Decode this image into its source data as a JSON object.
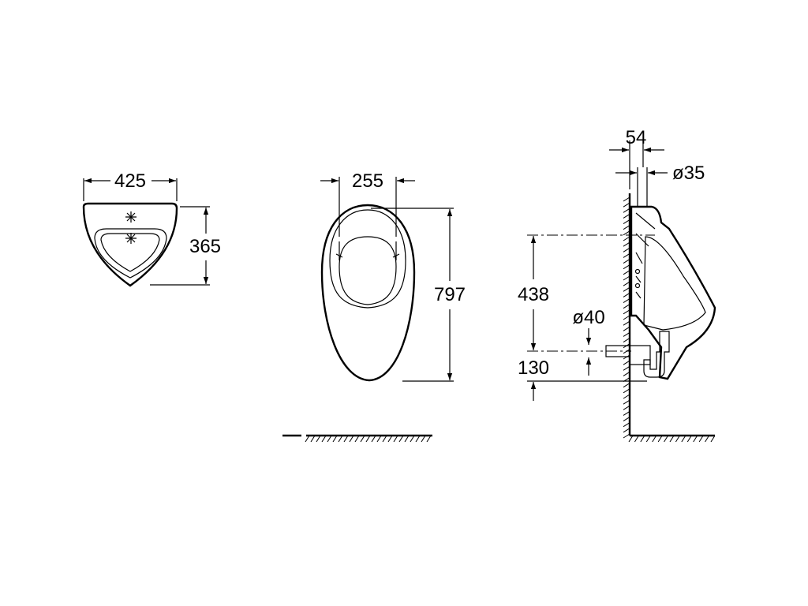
{
  "top_view": {
    "width_label": "425",
    "depth_label": "365"
  },
  "front_view": {
    "width_label": "255",
    "height_label": "797"
  },
  "side_view": {
    "wall_offset_label": "54",
    "inlet_diameter_label": "ø35",
    "inlet_height_label": "438",
    "outlet_diameter_label": "ø40",
    "outlet_height_label": "130"
  }
}
